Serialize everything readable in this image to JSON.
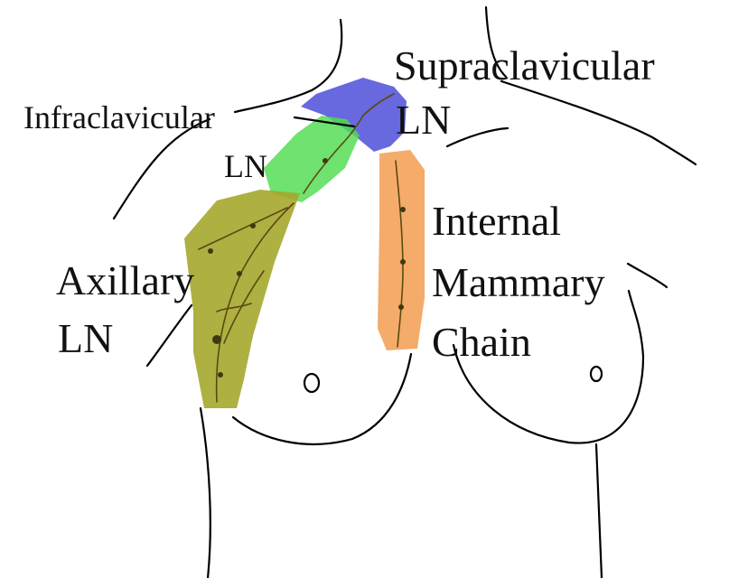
{
  "labels": {
    "supraclavicular_line1": "Supraclavicular",
    "supraclavicular_line2": "LN",
    "infraclavicular_line1": "Infraclavicular",
    "infraclavicular_line2": "LN",
    "axillary_line1": "Axillary",
    "axillary_line2": "LN",
    "internal_mammary_line1": "Internal",
    "internal_mammary_line2": "Mammary",
    "internal_mammary_line3": "Chain"
  },
  "region_colors": {
    "supraclavicular": "#5b5bdc",
    "infraclavicular": "#4fdc4f",
    "axillary": "#a5a72e",
    "internal_mammary": "#f4a25a"
  }
}
